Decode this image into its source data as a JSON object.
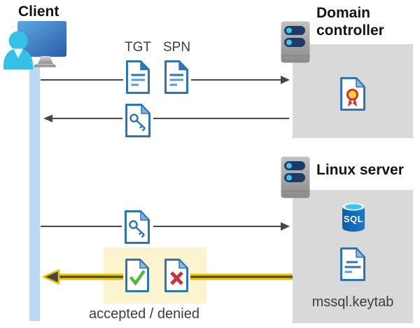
{
  "diagram": {
    "client": {
      "label": "Client"
    },
    "domain_controller": {
      "label": "Domain controller"
    },
    "linux_server": {
      "label": "Linux server"
    },
    "tickets": {
      "tgt": "TGT",
      "spn": "SPN"
    },
    "sql_badge": "SQL",
    "keytab_label": "mssql.keytab",
    "result_label": "accepted / denied"
  },
  "icons": {
    "client": "client-computer-user-icon",
    "domain_controller": "server-rack-icon",
    "linux_server": "server-rack-icon",
    "tgt": "document-icon",
    "spn": "document-icon",
    "service_ticket": "key-ticket-icon",
    "certificate": "certificate-icon",
    "database": "sql-database-icon",
    "keytab": "keytab-file-icon",
    "accepted": "accepted-check-icon",
    "denied": "denied-cross-icon"
  },
  "colors": {
    "doc-blue": "#2E75B6",
    "doc-blue-light": "#5B9BD5",
    "fold-light": "#8FBADF",
    "box-gray": "#D9D9D9",
    "highlight-yellow": "#FCF4CF",
    "arrow-yellow": "#EFC100",
    "arrow-dark": "#474747",
    "timeline-blue": "#BDD7F2",
    "person-cyan": "#35C1E5",
    "pill-navy": "#1E3A67",
    "dot-cyan": "#45C2E9",
    "check-green": "#57B33F",
    "cross-red": "#C4343C",
    "cert-yellow": "#FFD23B",
    "cert-red": "#D13438",
    "sql-blue": "#1167B5",
    "sql-cyan": "#3FC3E8",
    "text-dark": "#3D3D3D"
  }
}
